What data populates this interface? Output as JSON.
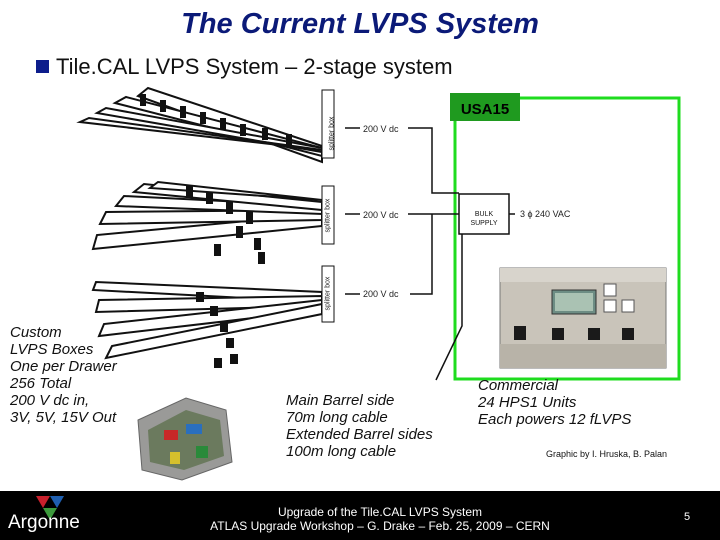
{
  "title": "The Current LVPS System",
  "bullet": "Tile.CAL LVPS System – 2-stage system",
  "diagram": {
    "splitter_label": "splitter box",
    "voltage_labels": [
      "200 V dc",
      "200 V dc",
      "200 V dc"
    ],
    "usa15_label": "USA15",
    "bulk_supply": [
      "BULK",
      "SUPPLY"
    ],
    "ac_input": "3 ϕ 240 VAC",
    "ac_phase_symbol": "ϕ"
  },
  "captions": {
    "left": [
      "Custom",
      "LVPS Boxes",
      "One per Drawer",
      "256 Total",
      "200 V dc in,",
      "3V, 5V, 15V Out"
    ],
    "middle": [
      "Main Barrel side",
      "70m long cable",
      "Extended Barrel sides",
      "100m long cable"
    ],
    "right": [
      "Commercial",
      "24 HPS1 Units",
      "Each powers 12 fLVPS"
    ],
    "credit": "Graphic by I. Hruska, B. Palan"
  },
  "footer": {
    "line1": "Upgrade of the Tile.CAL LVPS System",
    "line2": "ATLAS Upgrade Workshop – G. Drake – Feb. 25, 2009 – CERN",
    "logo": "Argonne",
    "page": "5"
  },
  "colors": {
    "title": "#0b1a78",
    "usa15_frame": "#1fdc1f",
    "usa15_header": "#1f9a1f",
    "footer_bg": "#000000",
    "logo_red": "#c8202c",
    "logo_blue": "#1f5fb0",
    "logo_green": "#3c9a3c"
  }
}
